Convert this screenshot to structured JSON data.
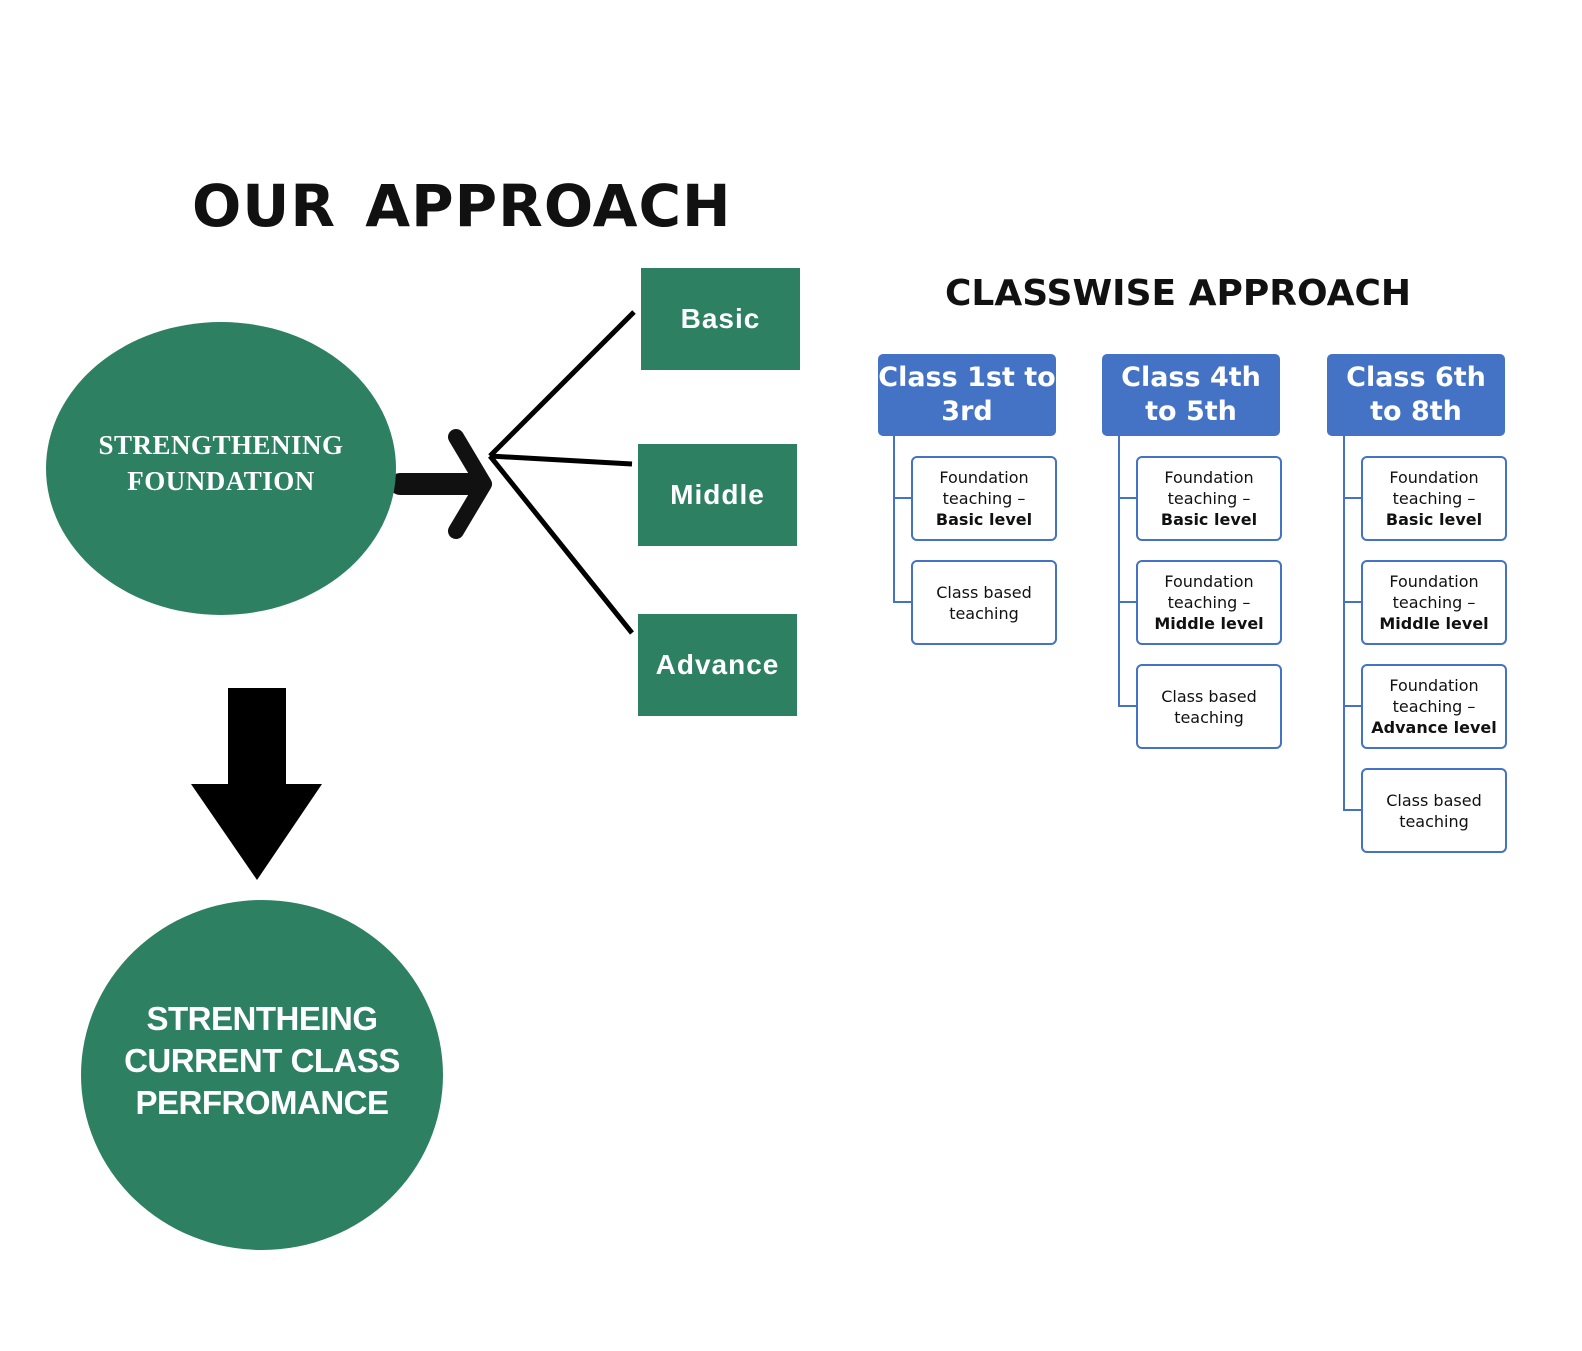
{
  "title": "OUR APPROACH",
  "classwise_title": "CLASSWISE APPROACH",
  "foundation_node": "STRENGTHENING\nFOUNDATION",
  "current_class_node": "STRENTHEING\nCURRENT CLASS\nPERFROMANCE",
  "levels": [
    "Basic",
    "Middle",
    "Advance"
  ],
  "classes": [
    {
      "header": "Class 1st to 3rd",
      "items": [
        {
          "line1": "Foundation",
          "line2": "teaching –",
          "line3": "Basic level"
        },
        {
          "line1": "Class based",
          "line2": "teaching",
          "line3": ""
        }
      ]
    },
    {
      "header": "Class 4th to 5th",
      "items": [
        {
          "line1": "Foundation",
          "line2": "teaching –",
          "line3": "Basic level"
        },
        {
          "line1": "Foundation",
          "line2": "teaching –",
          "line3": "Middle level"
        },
        {
          "line1": "Class based",
          "line2": "teaching",
          "line3": ""
        }
      ]
    },
    {
      "header": "Class 6th to 8th",
      "items": [
        {
          "line1": "Foundation",
          "line2": "teaching –",
          "line3": "Basic level"
        },
        {
          "line1": "Foundation",
          "line2": "teaching –",
          "line3": "Middle level"
        },
        {
          "line1": "Foundation",
          "line2": "teaching –",
          "line3": "Advance level"
        },
        {
          "line1": "Class based",
          "line2": "teaching",
          "line3": ""
        }
      ]
    }
  ],
  "colors": {
    "green": "#2e8063",
    "blue": "#4472c4",
    "arrow": "#000000"
  }
}
